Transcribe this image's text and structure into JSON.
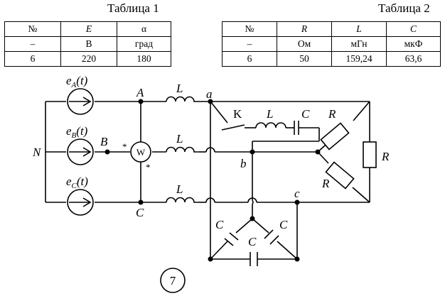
{
  "table1": {
    "title": "Таблица 1",
    "header": [
      "№",
      "E",
      "α"
    ],
    "units": [
      "–",
      "В",
      "град"
    ],
    "values": [
      "6",
      "220",
      "180"
    ]
  },
  "table2": {
    "title": "Таблица 2",
    "header": [
      "№",
      "R",
      "L",
      "C"
    ],
    "units": [
      "–",
      "Ом",
      "мГн",
      "мкФ"
    ],
    "values": [
      "6",
      "50",
      "159,24",
      "63,6"
    ]
  },
  "circuit": {
    "sources": [
      {
        "letter": "e",
        "sub": "A",
        "arg": "(t)"
      },
      {
        "letter": "e",
        "sub": "B",
        "arg": "(t)"
      },
      {
        "letter": "e",
        "sub": "C",
        "arg": "(t)"
      }
    ],
    "nodes": {
      "N": "N",
      "A": "A",
      "B": "B",
      "C": "C",
      "a": "a",
      "b": "b",
      "c": "c"
    },
    "inductor_label": "L",
    "capacitor_label": "C",
    "resistor_label": "R",
    "wattmeter_label": "W",
    "wattmeter_star": "*",
    "switch_label": "K",
    "variant_number": "7"
  }
}
